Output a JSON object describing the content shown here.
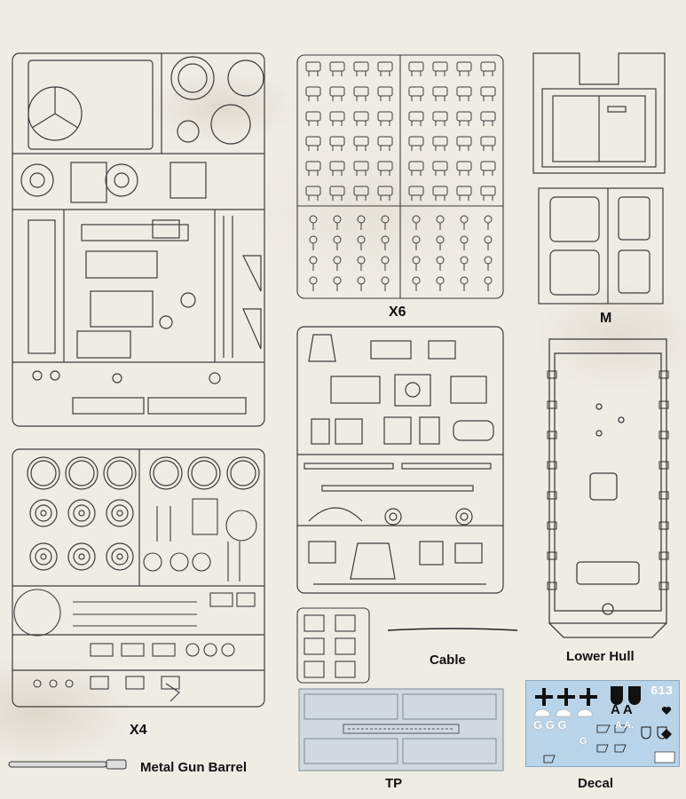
{
  "labels": {
    "x6": "X6",
    "m": "M",
    "x4": "X4",
    "cable": "Cable",
    "lower_hull": "Lower Hull",
    "metal_gun_barrel": "Metal Gun Barrel",
    "tp": "TP",
    "decal": "Decal"
  },
  "decal": {
    "bg_color": "#b9d3e8",
    "number": "613",
    "letters": "A A",
    "letters_small": "A A.",
    "g_row": "G G G",
    "g_small": "G"
  },
  "colors": {
    "line": "#3c3c3c",
    "paper": "#efece4",
    "tp_fill": "#cfd9df"
  }
}
